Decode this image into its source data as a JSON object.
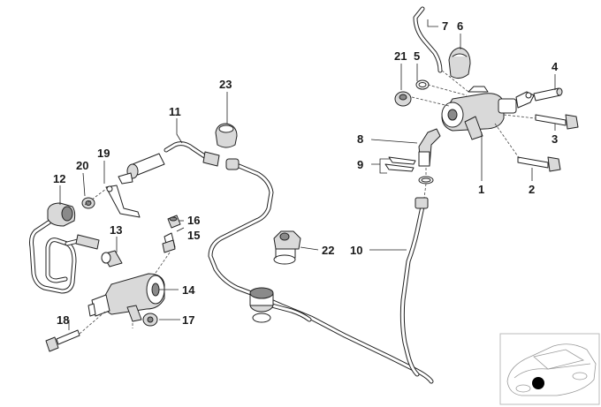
{
  "diagram": {
    "callouts": [
      {
        "id": "1",
        "label": "1"
      },
      {
        "id": "2",
        "label": "2"
      },
      {
        "id": "3",
        "label": "3"
      },
      {
        "id": "4",
        "label": "4"
      },
      {
        "id": "5",
        "label": "5"
      },
      {
        "id": "6",
        "label": "6"
      },
      {
        "id": "7",
        "label": "7"
      },
      {
        "id": "8",
        "label": "8"
      },
      {
        "id": "9",
        "label": "9"
      },
      {
        "id": "10",
        "label": "10"
      },
      {
        "id": "11",
        "label": "11"
      },
      {
        "id": "12",
        "label": "12"
      },
      {
        "id": "13",
        "label": "13"
      },
      {
        "id": "14",
        "label": "14"
      },
      {
        "id": "15",
        "label": "15"
      },
      {
        "id": "16",
        "label": "16"
      },
      {
        "id": "17",
        "label": "17"
      },
      {
        "id": "18",
        "label": "18"
      },
      {
        "id": "19",
        "label": "19"
      },
      {
        "id": "20",
        "label": "20"
      },
      {
        "id": "21",
        "label": "21"
      },
      {
        "id": "22",
        "label": "22"
      },
      {
        "id": "23",
        "label": "23"
      }
    ]
  },
  "thumbnail": {
    "icon": "car-location-icon",
    "marker_color": "#000000"
  }
}
